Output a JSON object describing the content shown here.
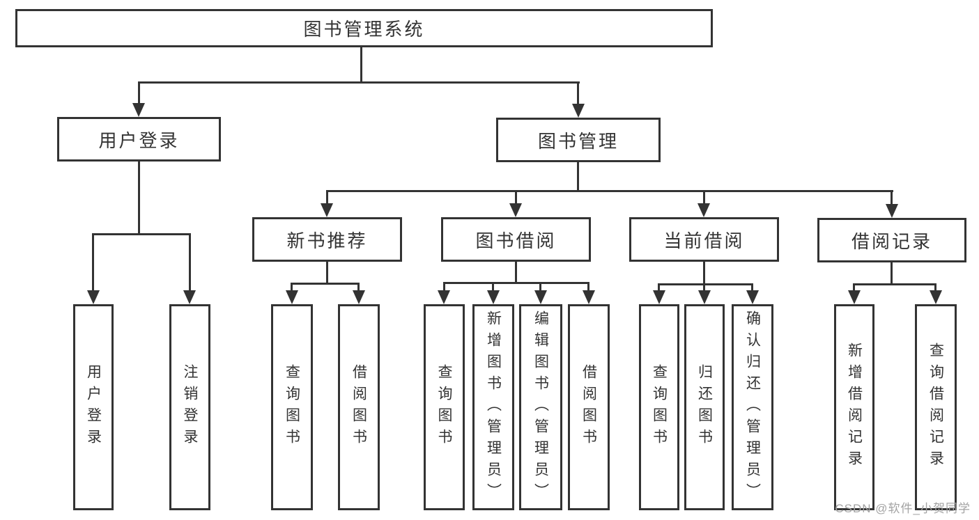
{
  "diagram_type": "hierarchy-tree",
  "tree": {
    "label": "图书管理系统",
    "children": [
      {
        "label": "用户登录",
        "children": [
          {
            "label": "用户登录"
          },
          {
            "label": "注销登录"
          }
        ]
      },
      {
        "label": "图书管理",
        "children": [
          {
            "label": "新书推荐",
            "children": [
              {
                "label": "查询图书"
              },
              {
                "label": "借阅图书"
              }
            ]
          },
          {
            "label": "图书借阅",
            "children": [
              {
                "label": "查询图书"
              },
              {
                "label": "新增图书（管理员）"
              },
              {
                "label": "编辑图书（管理员）"
              },
              {
                "label": "借阅图书"
              }
            ]
          },
          {
            "label": "当前借阅",
            "children": [
              {
                "label": "查询图书"
              },
              {
                "label": "归还图书"
              },
              {
                "label": "确认归还（管理员）"
              }
            ]
          },
          {
            "label": "借阅记录",
            "children": [
              {
                "label": "新增借阅记录"
              },
              {
                "label": "查询借阅记录"
              }
            ]
          }
        ]
      }
    ]
  },
  "watermark": {
    "text": "CSDN @软件_小贺同学"
  },
  "colors": {
    "line": "#333333",
    "text": "#333333",
    "box_background": "#ffffff",
    "page_background": "#ffffff",
    "watermark": "#a3a3a3"
  }
}
